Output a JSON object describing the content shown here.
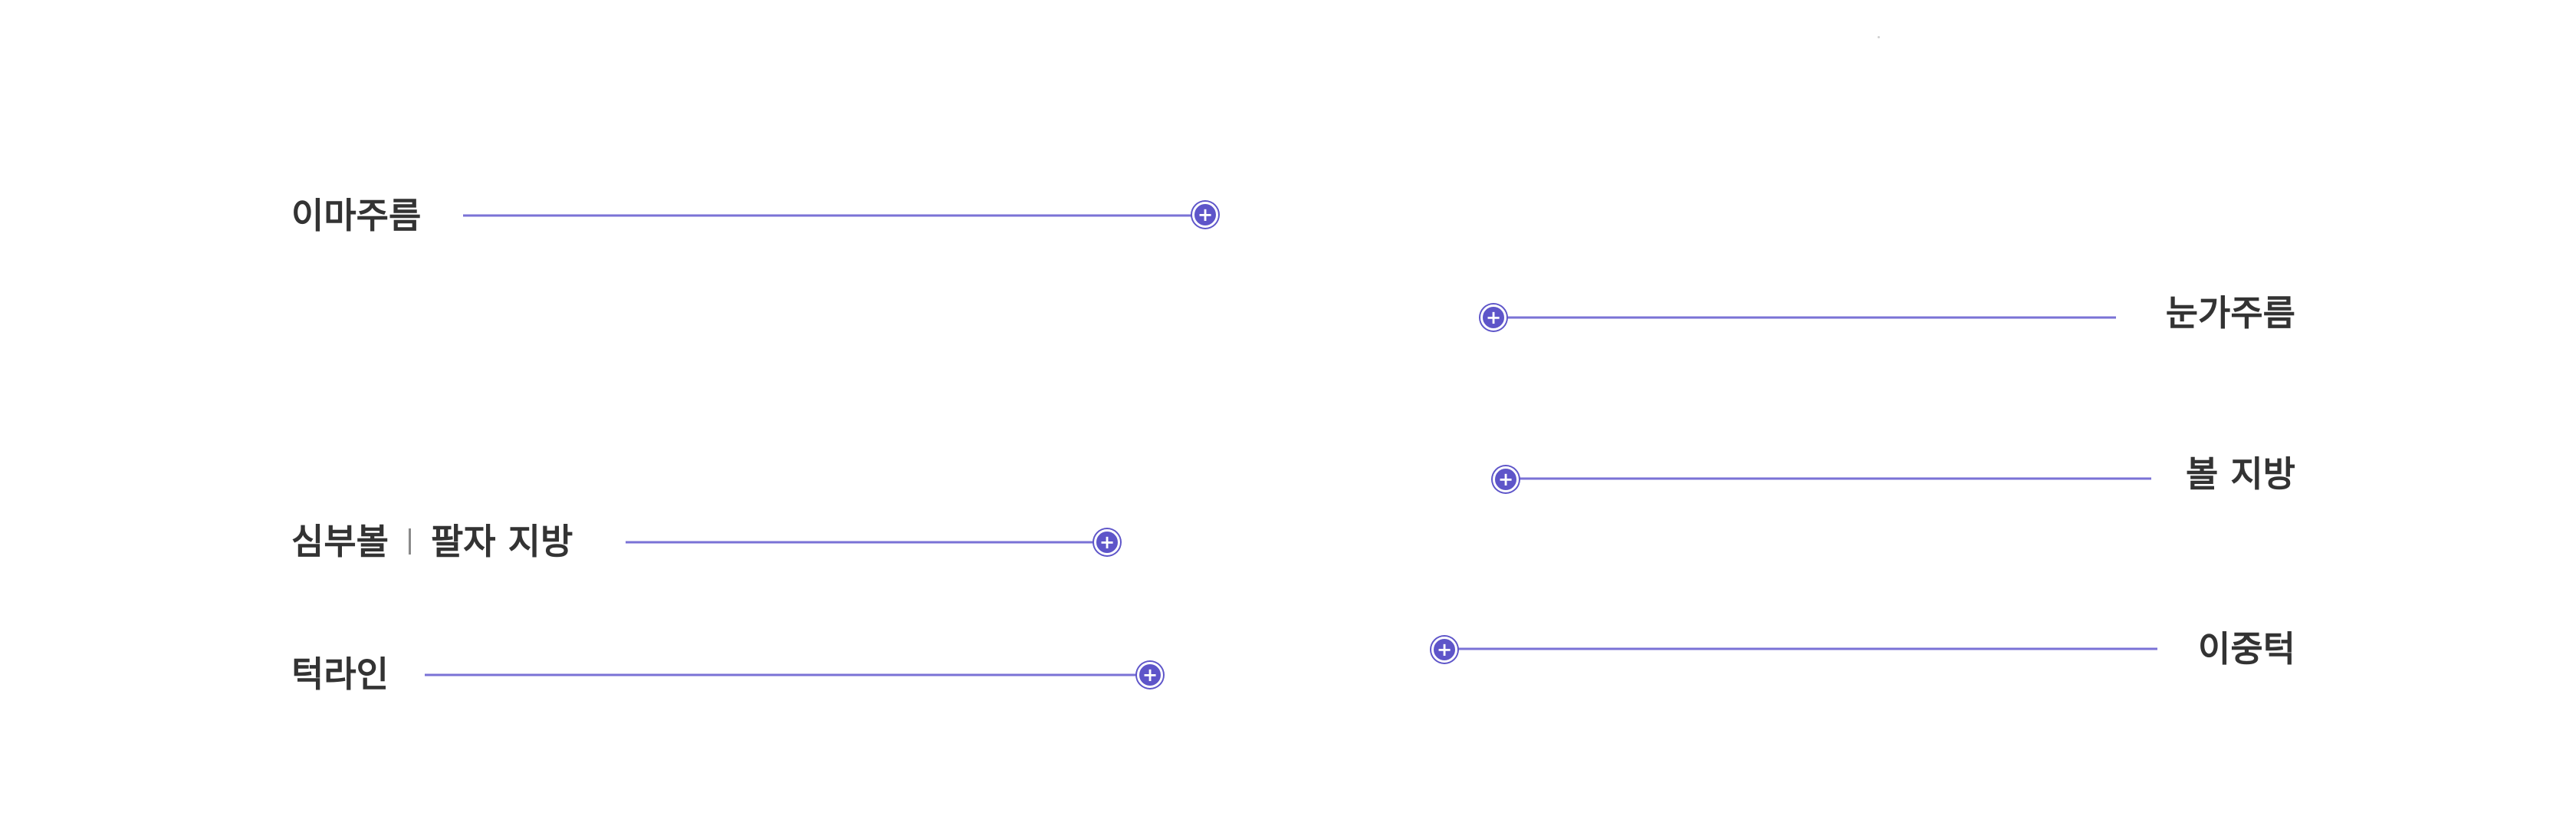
{
  "callouts": [
    {
      "id": "forehead-wrinkles",
      "label": "이마주름"
    },
    {
      "id": "crow-feet",
      "label": "눈가주름"
    },
    {
      "id": "cheek-fat",
      "label": "볼 지방"
    },
    {
      "id": "buccal-fat",
      "label": "심부볼",
      "label2": "팔자 지방"
    },
    {
      "id": "jawline",
      "label": "턱라인"
    },
    {
      "id": "double-chin",
      "label": "이중턱"
    }
  ],
  "marker_glyph": "+",
  "colors": {
    "line": "#7a72d6",
    "marker": "#5e55c9",
    "text": "#333333"
  }
}
